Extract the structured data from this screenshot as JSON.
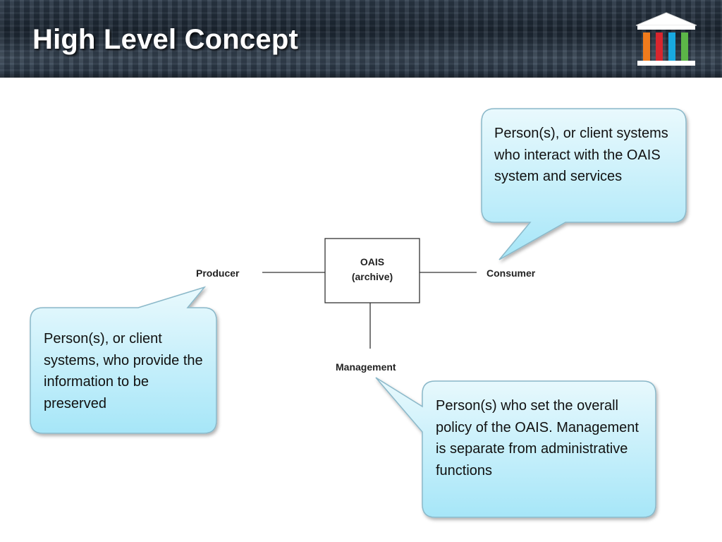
{
  "slide": {
    "title": "High Level Concept"
  },
  "diagram": {
    "archive_box": {
      "line1": "OAIS",
      "line2": "(archive)"
    },
    "nodes": {
      "producer": "Producer",
      "consumer": "Consumer",
      "management": "Management"
    }
  },
  "callouts": {
    "consumer": "Person(s), or client systems who interact with the OAIS system and services",
    "producer": "Person(s), or client systems, who provide the information to be preserved",
    "management": "Person(s) who set the overall policy of the OAIS. Management is separate from administrative functions"
  },
  "colors": {
    "callout_fill_top": "#e9f9fd",
    "callout_fill_bottom": "#a6e6f8",
    "callout_border": "#8ab8c9",
    "title_text": "#ffffff"
  },
  "icons": {
    "logo": "museum-pillars-icon"
  }
}
